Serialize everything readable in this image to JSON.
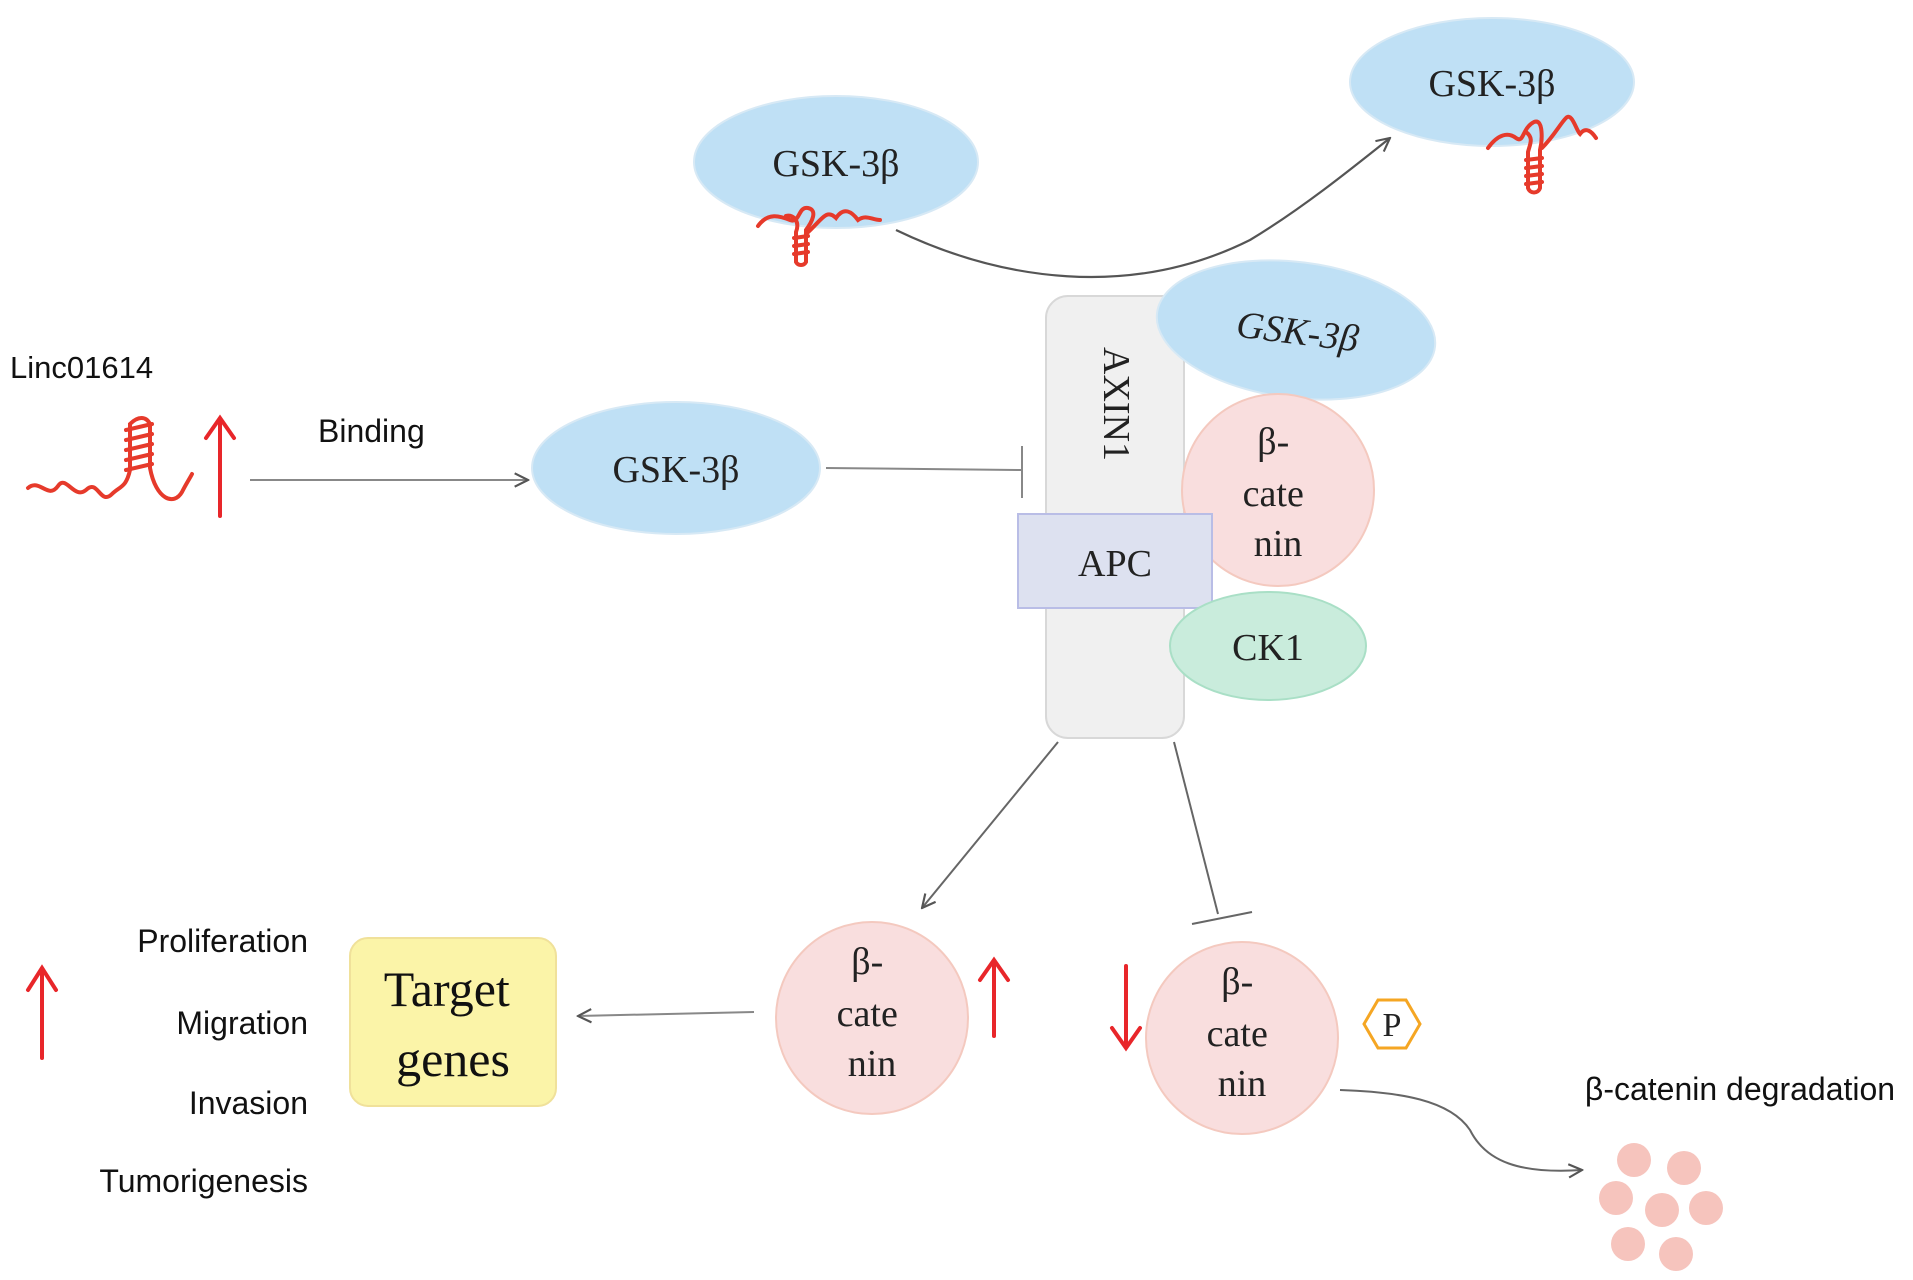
{
  "linc": {
    "name": "Linc01614",
    "binding_label": "Binding"
  },
  "gsk3b": {
    "free_left": "GSK-3β",
    "top_left": "GSK-3β",
    "top_right": "GSK-3β",
    "complex": "GSK-3β"
  },
  "complex": {
    "axin": "AXIN1",
    "apc": "APC",
    "ck1": "CK1",
    "beta_catenin": [
      "β-",
      "cate",
      "nin"
    ]
  },
  "beta_catenin_up": [
    "β-",
    "cate",
    "nin"
  ],
  "beta_catenin_down": [
    "β-",
    "cate",
    "nin"
  ],
  "phospho": "P",
  "target": {
    "line1": "Target",
    "line2": "genes"
  },
  "outcomes": [
    "Proliferation",
    "Migration",
    "Invasion",
    "Tumorigenesis"
  ],
  "degradation_label": "β-catenin degradation",
  "colors": {
    "gsk": "#bfe0f5",
    "beta": "#f9dede",
    "beta_border": "#f4c9bf",
    "apc": "#dde1f0",
    "apc_border": "#b9bde6",
    "ck1": "#c9ecdc",
    "axin": "#f0f0f0",
    "target": "#fbf4a8",
    "red": "#e8262a",
    "rna": "#e63a2b",
    "phospho": "#f5a623",
    "dots": "#f6c4bd"
  }
}
